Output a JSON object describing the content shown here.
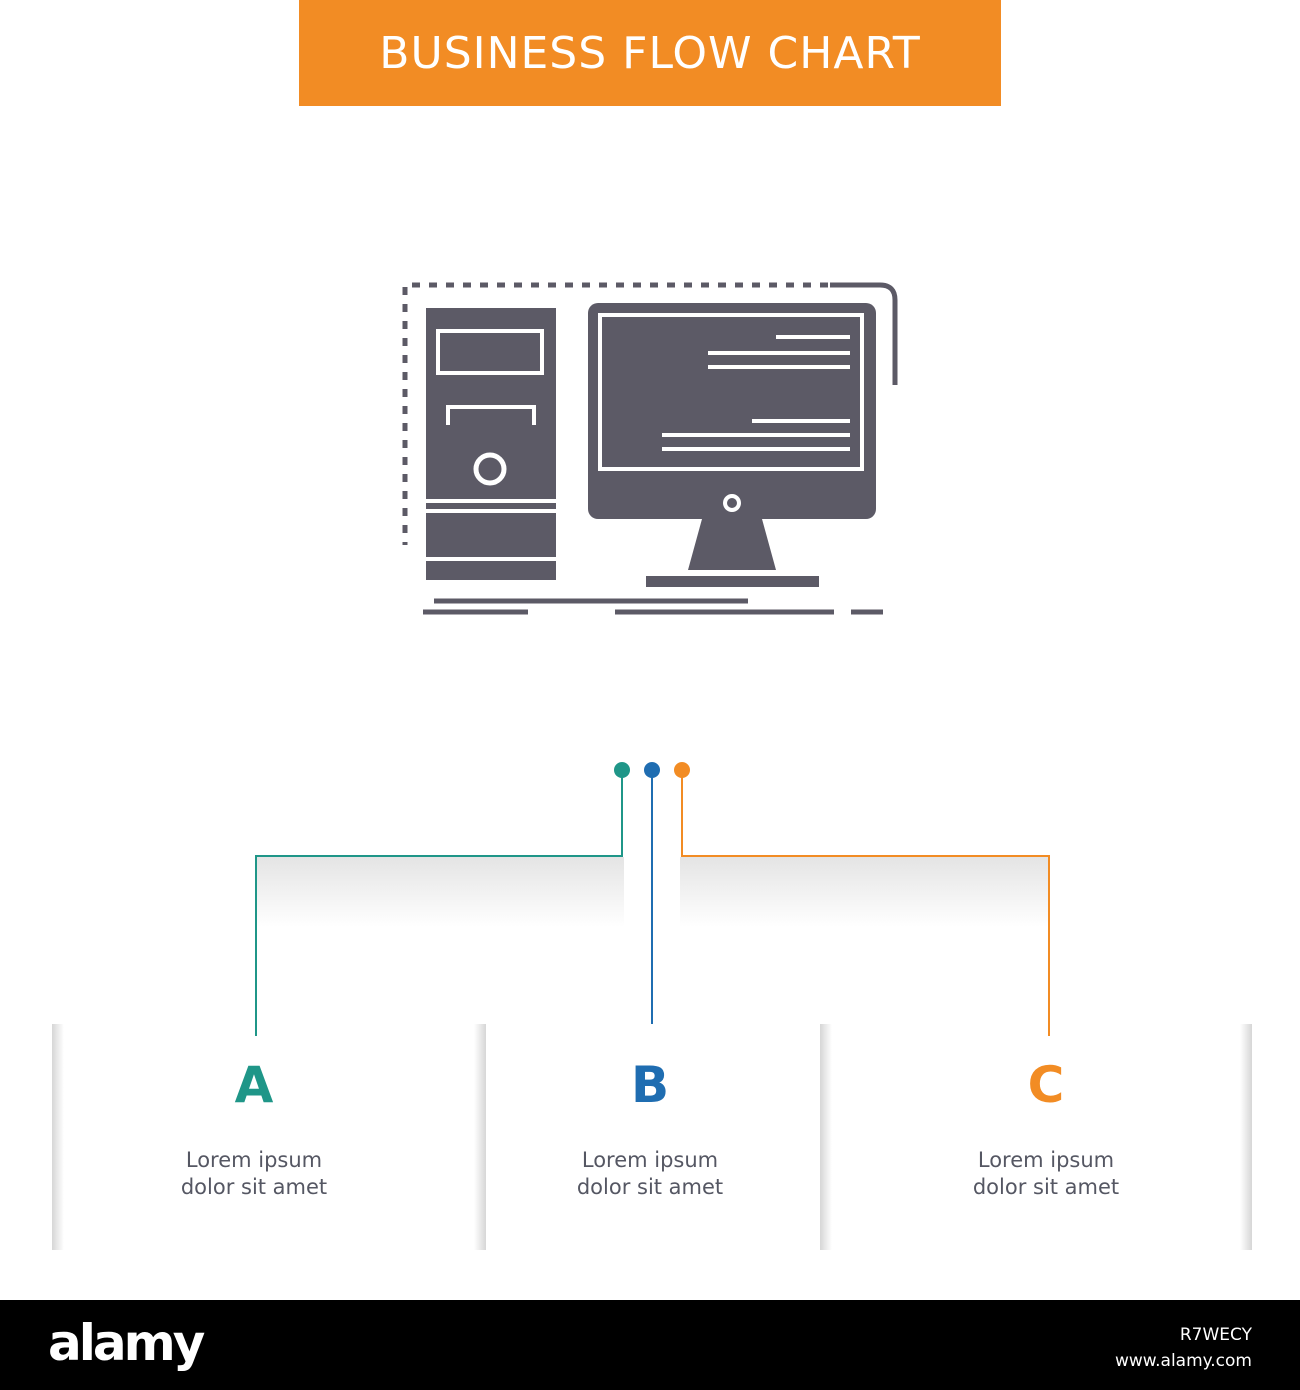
{
  "banner": {
    "title": "BUSINESS FLOW CHART",
    "color": "#f28c24"
  },
  "hero_icon": "desktop-computer-icon",
  "icon_color": "#5c5a66",
  "steps": [
    {
      "letter": "A",
      "text_line1": "Lorem ipsum",
      "text_line2": "dolor sit amet",
      "color": "#1f9688"
    },
    {
      "letter": "B",
      "text_line1": "Lorem ipsum",
      "text_line2": "dolor sit amet",
      "color": "#1f6db1"
    },
    {
      "letter": "C",
      "text_line1": "Lorem ipsum",
      "text_line2": "dolor sit amet",
      "color": "#f28c24"
    }
  ],
  "footer": {
    "logo": "alamy",
    "image_id": "R7WECY",
    "url": "www.alamy.com"
  }
}
